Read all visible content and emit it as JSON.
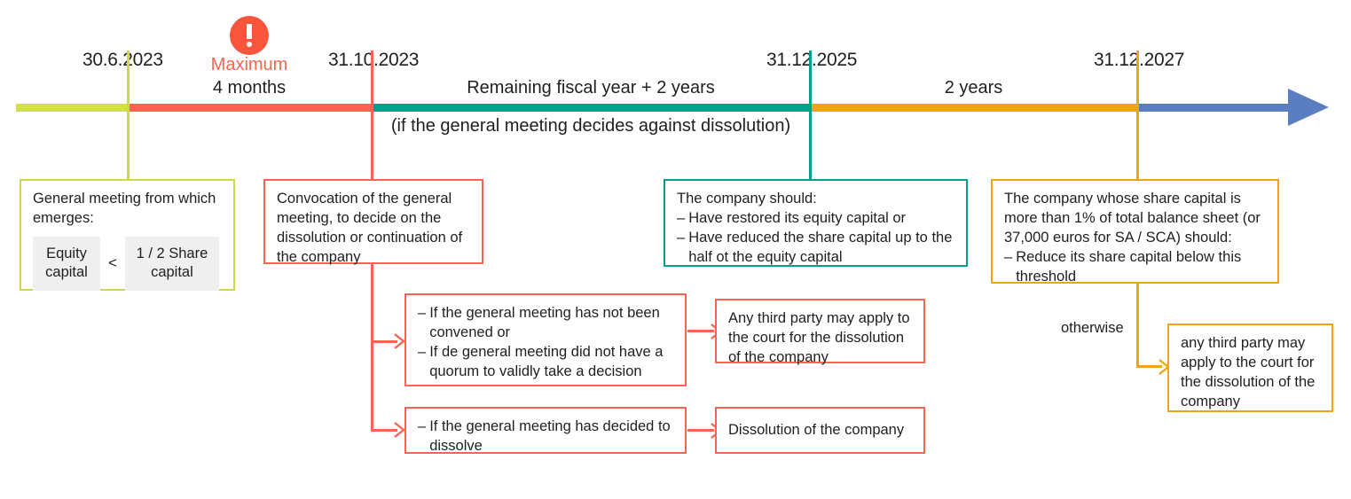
{
  "colors": {
    "green": "#d2de4e",
    "red": "#fa6450",
    "teal": "#00a08c",
    "orange": "#efa319",
    "blue": "#5b7ec0",
    "badge": "#f9553d",
    "chip_bg": "#efefef"
  },
  "timeline": {
    "dates": [
      {
        "label": "30.6.2023"
      },
      {
        "label": "31.10.2023"
      },
      {
        "label": "31.12.2025"
      },
      {
        "label": "31.12.2027"
      }
    ],
    "warning": {
      "icon": "exclamation-icon",
      "title": "Maximum",
      "subtitle": "4 months"
    },
    "spans": [
      {
        "label": "Remaining fiscal year + 2 years",
        "sub": "(if the general meeting decides against dissolution)"
      },
      {
        "label": "2 years",
        "sub": ""
      }
    ]
  },
  "boxes": {
    "general_meeting": {
      "title": "General meeting from which emerges:",
      "chip_left": "Equity capital",
      "operator": "<",
      "chip_right": "1 / 2 Share capital"
    },
    "convocation": {
      "text": "Convocation of the general meeting, to decide on the dissolution or continuation of the company"
    },
    "company_should": {
      "title": "The company should:",
      "items": [
        "Have restored its equity capital or",
        "Have reduced the share capital up to the half ot the equity capital"
      ]
    },
    "share_capital_threshold": {
      "title": "The company whose share capital is more than 1% of total balance sheet (or 37,000 euros for SA / SCA) should:",
      "items": [
        "Reduce its share capital below this threshold"
      ]
    },
    "not_convened": {
      "items": [
        "If the general meeting has not been convened or",
        "If de general meeting did not have a quorum to validly take a decision"
      ]
    },
    "third_party_court": {
      "text": "Any third party may apply to the court for the dissolution of the company"
    },
    "decided_dissolve": {
      "items": [
        "If the general meeting has decided to dissolve"
      ]
    },
    "dissolution": {
      "text": "Dissolution of the company"
    },
    "otherwise_label": "otherwise",
    "otherwise_box": {
      "text": "any third party may apply to the court for the dissolution of the company"
    }
  }
}
